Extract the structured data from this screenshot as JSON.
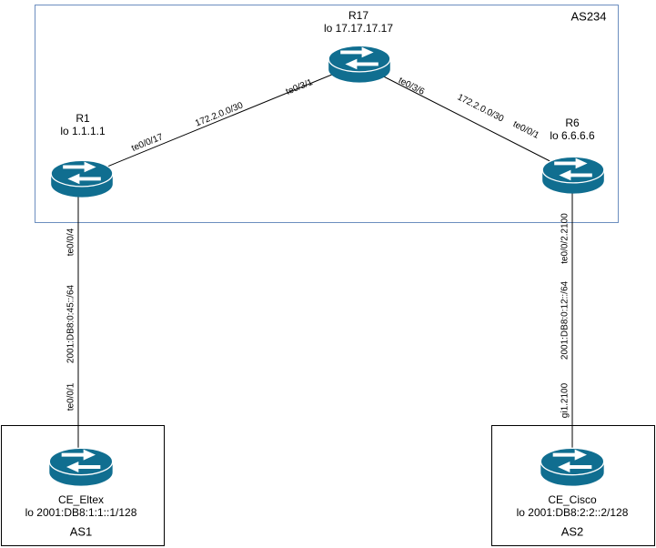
{
  "as234": {
    "label": "AS234",
    "r17": {
      "name": "R17",
      "loopback": "lo 17.17.17.17"
    },
    "r1": {
      "name": "R1",
      "loopback": "lo 1.1.1.1"
    },
    "r6": {
      "name": "R6",
      "loopback": "lo 6.6.6.6"
    }
  },
  "as1": {
    "label": "AS1",
    "ce": {
      "name": "CE_Eltex",
      "loopback": "lo 2001:DB8:1:1::1/128"
    }
  },
  "as2": {
    "label": "AS2",
    "ce": {
      "name": "CE_Cisco",
      "loopback": "lo 2001:DB8:2:2::2/128"
    }
  },
  "links": {
    "r1_r17": {
      "if_r1": "te0/0/17",
      "subnet": "172.2.0.0/30",
      "if_r17": "te0/3/1"
    },
    "r17_r6": {
      "if_r17": "te0/3/6",
      "subnet": "172.2.0.0/30",
      "if_r6": "te0/0/1"
    },
    "r1_ce": {
      "if_r1": "te0/0/4",
      "subnet": "2001:DB8:0:45::/64",
      "if_ce": "te0/0/1"
    },
    "r6_ce": {
      "if_r6": "te0/0/2.2100",
      "subnet": "2001:DB8:0:12::/64",
      "if_ce": "gi1.2100"
    }
  },
  "colors": {
    "router_fill": "#106e90",
    "as234_border": "#6c8ebf",
    "ce_box_border": "#000000",
    "link_color": "#000000"
  }
}
